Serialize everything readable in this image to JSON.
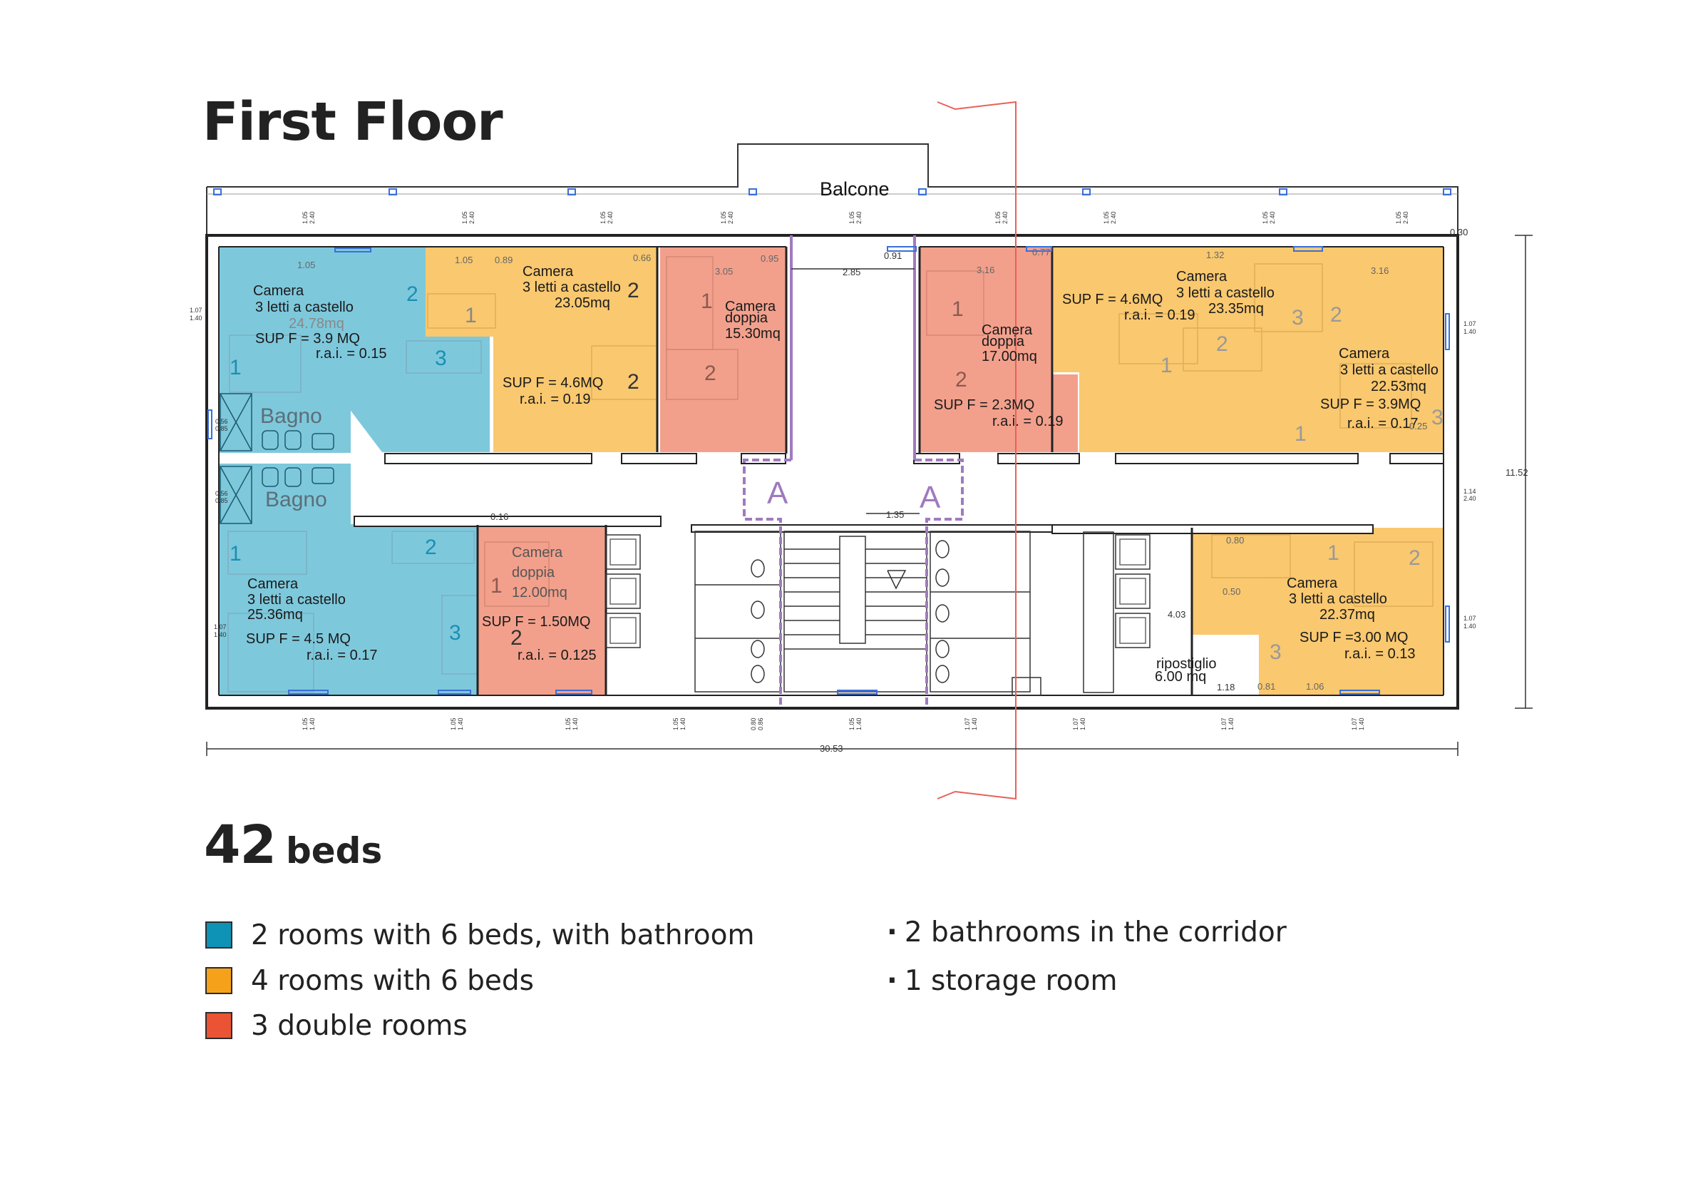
{
  "title": "First Floor",
  "colors": {
    "bathroom_rooms": "#7ec8dc",
    "six_bed_rooms": "#f9c86f",
    "double_rooms": "#f2a08c",
    "swatch_blue": "#0e93b6",
    "swatch_orange": "#f5a21a",
    "swatch_red": "#ea5434",
    "section_line": "#e8605a",
    "axis_mark": "#a07abf",
    "window_blue": "#3a6fd8"
  },
  "plan": {
    "balcone": "Balcone",
    "rooms": [
      {
        "lines": [
          "Camera",
          "3 letti a castello",
          "24.78mq",
          "SUP F = 3.9 MQ",
          "r.a.i. = 0.15"
        ],
        "beds": [
          "2",
          "1",
          "3"
        ]
      },
      {
        "lines": [
          "Camera",
          "3 letti a castello",
          "23.05mq",
          "SUP F = 4.6MQ",
          "r.a.i. = 0.19"
        ],
        "beds": [
          "2",
          "1",
          "2"
        ]
      },
      {
        "lines": [
          "Camera",
          "doppia",
          "15.30mq"
        ],
        "beds": [
          "1",
          "2"
        ]
      },
      {
        "lines": [
          "Camera",
          "doppia",
          "17.00mq",
          "SUP F = 2.3MQ",
          "r.a.i. = 0.19"
        ],
        "beds": [
          "1",
          "2"
        ]
      },
      {
        "lines": [
          "Camera",
          "3 letti a castello",
          "23.35mq",
          "SUP F = 4.6MQ",
          "r.a.i. = 0.19"
        ],
        "beds": [
          "1",
          "2",
          "3"
        ]
      },
      {
        "lines": [
          "Camera",
          "3 letti a castello",
          "22.53mq",
          "SUP F = 3.9MQ",
          "r.a.i. = 0.17"
        ],
        "beds": [
          "2",
          "1",
          "3"
        ]
      },
      {
        "lines": [
          "Camera",
          "3 letti a castello",
          "25.36mq",
          "SUP F = 4.5 MQ",
          "r.a.i. = 0.17"
        ],
        "beds": [
          "1",
          "2",
          "3"
        ]
      },
      {
        "lines": [
          "Camera",
          "doppia",
          "12.00mq",
          "SUP F = 1.50MQ",
          "r.a.i. = 0.125"
        ],
        "beds": [
          "1",
          "2"
        ]
      },
      {
        "lines": [
          "Camera",
          "3 letti a castello",
          "22.37mq",
          "SUP F =3.00 MQ",
          "r.a.i. = 0.13"
        ],
        "beds": [
          "1",
          "2",
          "3"
        ]
      }
    ],
    "bagno_1": "Bagno",
    "bagno_2": "Bagno",
    "ripostiglio": [
      "ripostiglio",
      "6.00 mq"
    ],
    "section_mark": "A",
    "dims": {
      "total_width": "30.53",
      "total_depth": "11.52",
      "corridor_top": "2.85",
      "corridor_mid": "1.35",
      "d_03": "0.30",
      "d_091": "0.91",
      "d_305": "3.05",
      "d_316a": "3.16",
      "d_316b": "3.16",
      "d_132": "1.32",
      "d_105": "1.05",
      "d_105b": "1.05",
      "d_089": "0.89",
      "d_066": "0.66",
      "d_095": "0.95",
      "d_077": "0.77",
      "d_016": "0.16",
      "d_080": "0.80",
      "d_050": "0.50",
      "d_403": "4.03",
      "d_118": "1.18",
      "d_081": "0.81",
      "d_106": "1.06",
      "d_025": "0.25",
      "d_056a": "0.56",
      "d_085a": "0.85",
      "d_056b": "0.56",
      "d_085b": "0.85",
      "d_114": "1.14",
      "d_240": "2.40",
      "win_top_a": "1.05",
      "win_top_b": "2.40",
      "win_bot_a": "1.05",
      "win_bot_b": "1.40",
      "win_bot_c": "0.80",
      "win_bot_d": "0.86",
      "win_bot_e": "1.07",
      "win_side_a": "1.07",
      "win_side_b": "1.40"
    }
  },
  "beds_count": "42",
  "beds_word": "beds",
  "legend": [
    {
      "label": "2 rooms with 6 beds, with bathroom"
    },
    {
      "label": "4 rooms with 6 beds"
    },
    {
      "label": "3 double rooms"
    }
  ],
  "notes": [
    {
      "label": "2 bathrooms in the corridor"
    },
    {
      "label": "1 storage room"
    }
  ]
}
